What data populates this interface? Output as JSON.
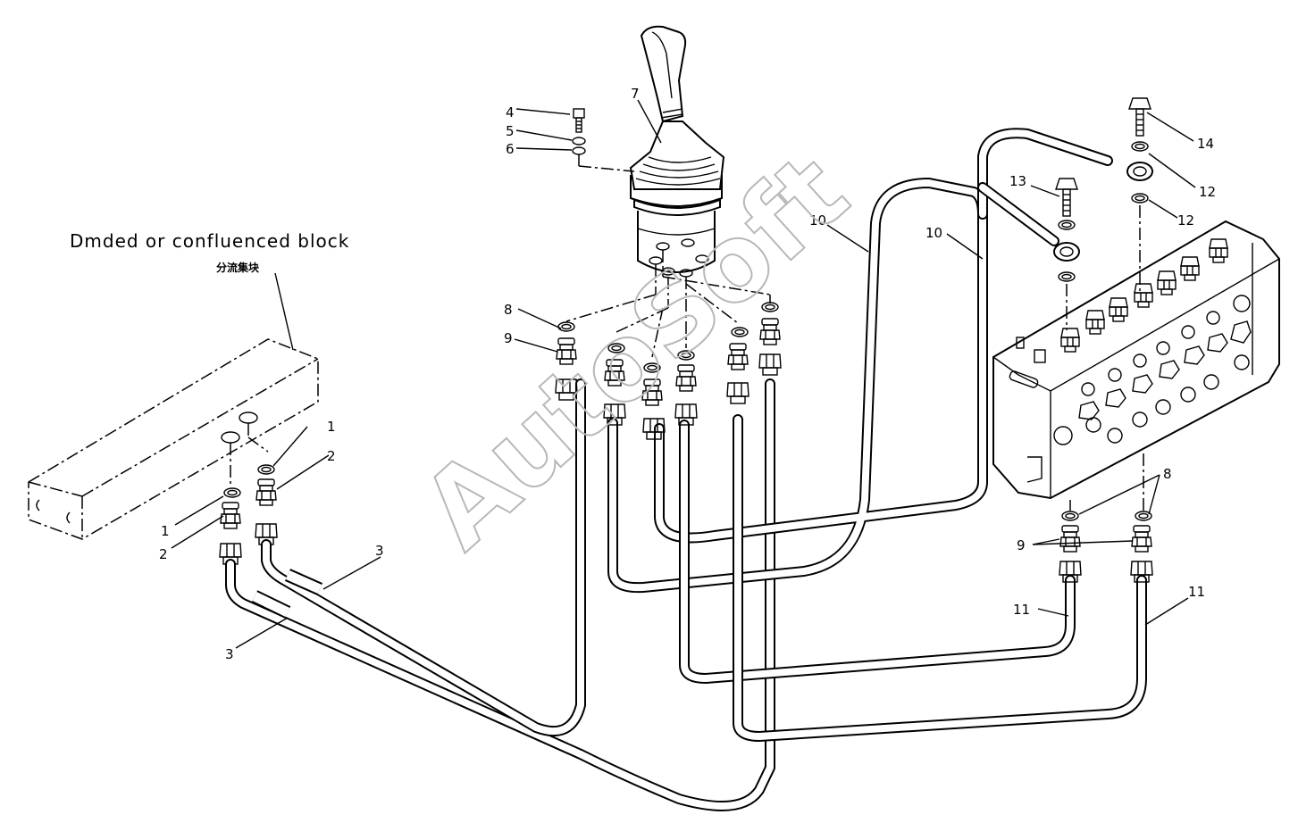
{
  "watermark": "AutoSoft",
  "block_title": "Dmded or confluenced block",
  "block_title_cn": "分流集块",
  "callouts": [
    {
      "id": "c1a",
      "text": "1"
    },
    {
      "id": "c1b",
      "text": "1"
    },
    {
      "id": "c2a",
      "text": "2"
    },
    {
      "id": "c2b",
      "text": "2"
    },
    {
      "id": "c3a",
      "text": "3"
    },
    {
      "id": "c3b",
      "text": "3"
    },
    {
      "id": "c4",
      "text": "4"
    },
    {
      "id": "c5",
      "text": "5"
    },
    {
      "id": "c6",
      "text": "6"
    },
    {
      "id": "c7",
      "text": "7"
    },
    {
      "id": "c8a",
      "text": "8"
    },
    {
      "id": "c8b",
      "text": "8"
    },
    {
      "id": "c9a",
      "text": "9"
    },
    {
      "id": "c9b",
      "text": "9"
    },
    {
      "id": "c10a",
      "text": "10"
    },
    {
      "id": "c10b",
      "text": "10"
    },
    {
      "id": "c11a",
      "text": "11"
    },
    {
      "id": "c11b",
      "text": "11"
    },
    {
      "id": "c12a",
      "text": "12"
    },
    {
      "id": "c12b",
      "text": "12"
    },
    {
      "id": "c13",
      "text": "13"
    },
    {
      "id": "c14",
      "text": "14"
    }
  ]
}
